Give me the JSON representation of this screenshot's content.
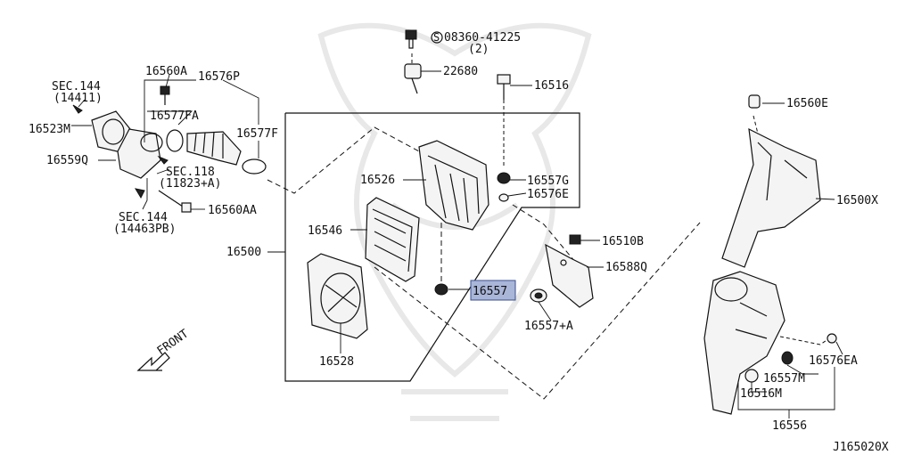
{
  "labels": {
    "screw_ref": "08360-41225",
    "screw_circle": "S",
    "screw_qty": "(2)",
    "p22680": "22680",
    "p16516": "16516",
    "p16560E": "16560E",
    "p16560A": "16560A",
    "p16576P": "16576P",
    "sec144a": "SEC.144",
    "sec144a_ref": "(14411)",
    "p16577FA": "16577FA",
    "p16523M": "16523M",
    "p16577F": "16577F",
    "p16559Q": "16559Q",
    "sec118": "SEC.118",
    "sec118_ref": "(11823+A)",
    "p16526": "16526",
    "p16557G": "16557G",
    "p16576E": "16576E",
    "p16500X": "16500X",
    "p16560AA": "16560AA",
    "sec144b": "SEC.144",
    "sec144b_ref": "(14463PB)",
    "p16546": "16546",
    "p16510B": "16510B",
    "p16500": "16500",
    "p16588Q": "16588Q",
    "p16557": "16557",
    "p16557A": "16557+A",
    "front": "FRONT",
    "p16528": "16528",
    "p16576EA": "16576EA",
    "p16557M": "16557M",
    "p16516M": "16516M",
    "p16556": "16556",
    "diagram_id": "J165020X"
  },
  "highlight": {
    "part": "16557",
    "fill_color": "#a9b6d8",
    "border_color": "#3c4f8c"
  },
  "icons": [
    "arrow-icon",
    "front-arrow-icon",
    "screw-s-circle-icon"
  ]
}
